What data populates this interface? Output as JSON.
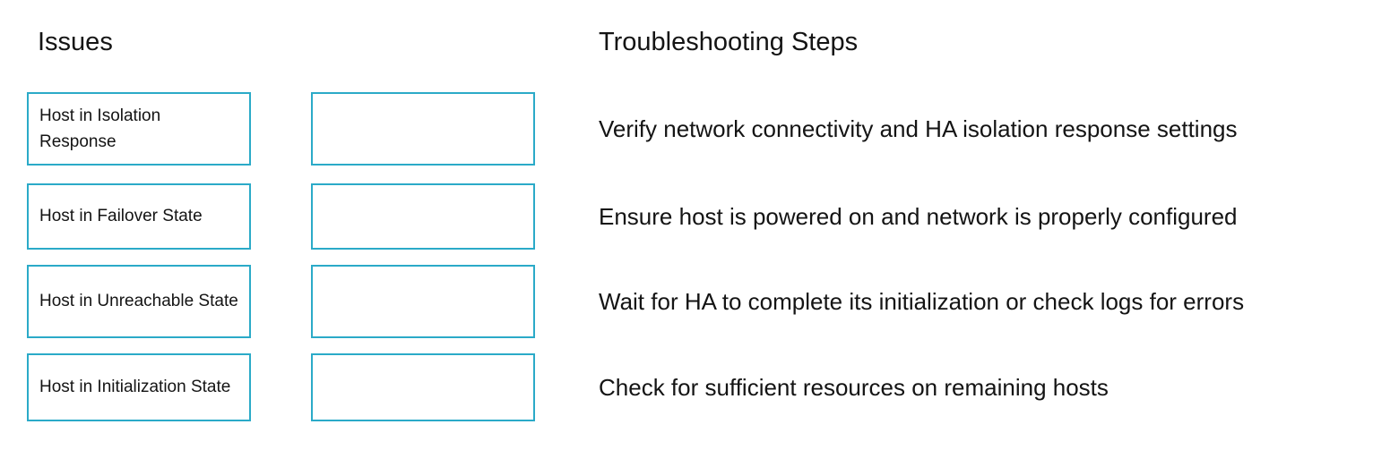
{
  "colors": {
    "accent": "#2baac8",
    "text": "#141414",
    "background": "#ffffff"
  },
  "issues": {
    "title": "Issues",
    "items": [
      {
        "label": "Host in Isolation Response"
      },
      {
        "label": "Host in Failover State"
      },
      {
        "label": "Host in Unreachable State"
      },
      {
        "label": "Host in Initialization State"
      }
    ]
  },
  "steps": {
    "title": "Troubleshooting Steps",
    "items": [
      "Verify network connectivity and HA isolation response settings",
      "Ensure host is powered on and network is properly configured",
      "Wait for HA to complete its initialization or check logs for errors",
      "Check for sufficient resources on remaining hosts"
    ]
  },
  "drop_targets": [
    {
      "value": ""
    },
    {
      "value": ""
    },
    {
      "value": ""
    },
    {
      "value": ""
    }
  ]
}
